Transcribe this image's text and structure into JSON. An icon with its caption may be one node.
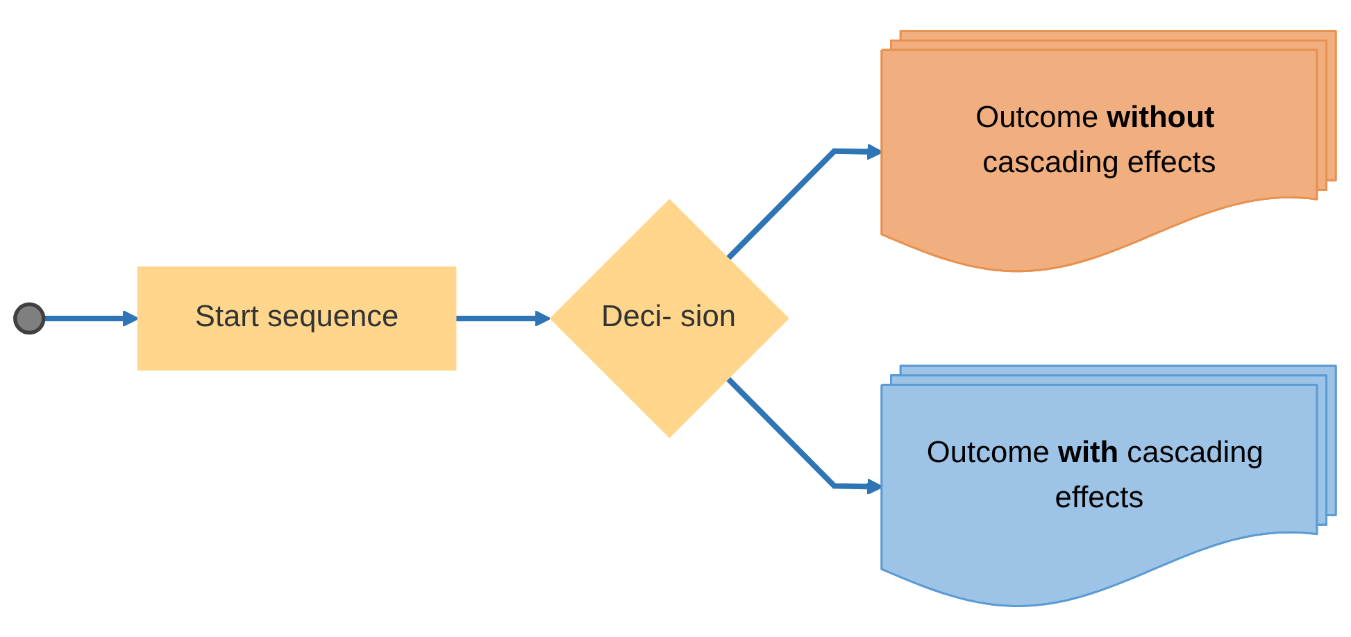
{
  "diagram": {
    "nodes": [
      {
        "text": [],
        "shape": "circle"
      },
      {
        "text": [
          "Start sequence"
        ]
      },
      {
        "text": [
          "Deci- sion"
        ]
      },
      {
        "text": [
          "Outcome **without** cascading effects"
        ]
      },
      {
        "text": [
          "Outcome **with** cascading effects"
        ]
      }
    ],
    "edges": [
      {
        "from": 0,
        "to": 1,
        "arrow": "to"
      },
      {
        "from": 1,
        "to": 2,
        "arrow": "to"
      },
      {
        "from": 2,
        "to": 3,
        "arrow": "to"
      },
      {
        "from": 2,
        "to": 4,
        "arrow": "to"
      }
    ]
  }
}
